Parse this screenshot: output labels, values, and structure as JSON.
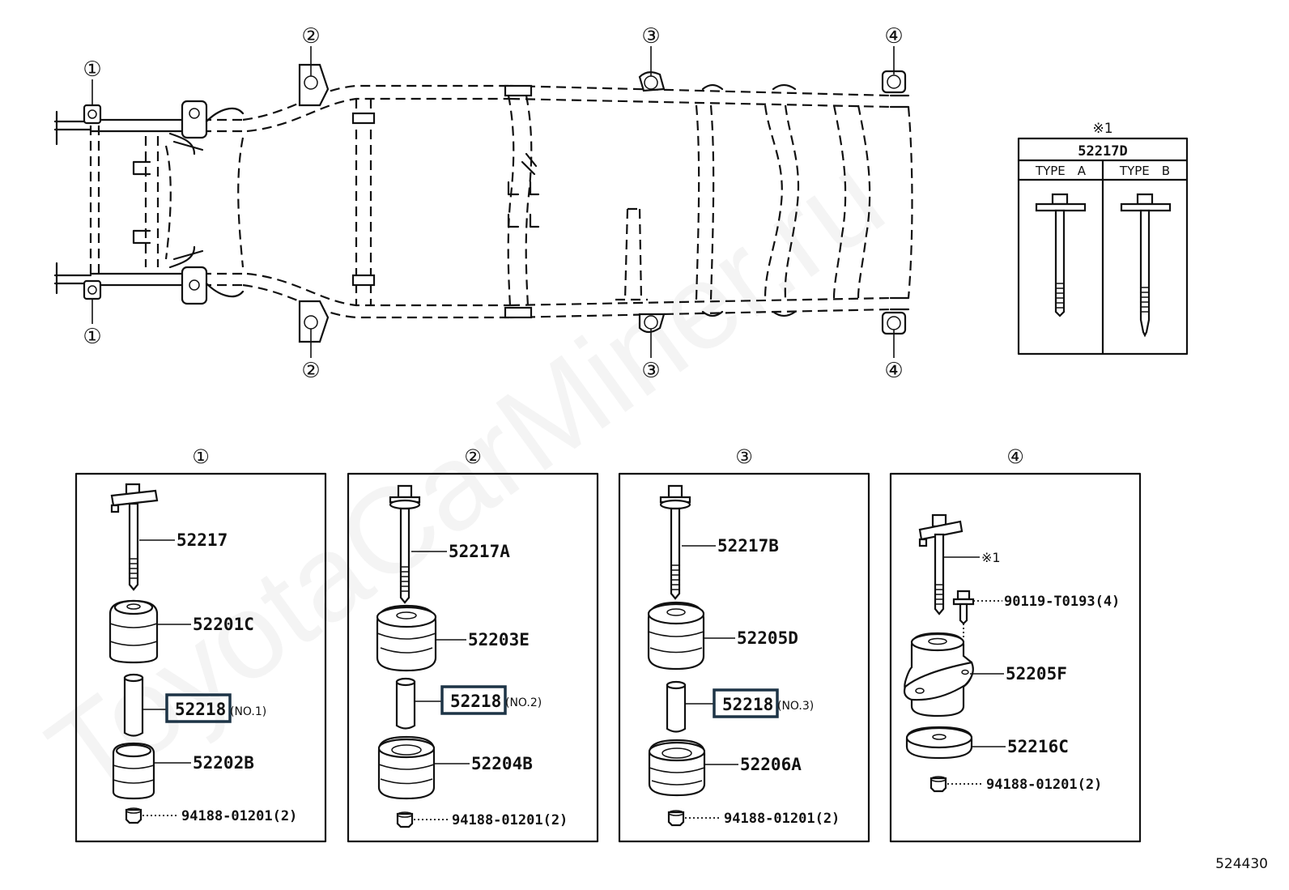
{
  "diagram_id": "524430",
  "watermark": "ToyotaCarMiner.ru",
  "position_markers": {
    "p1": "①",
    "p2": "②",
    "p3": "③",
    "p4": "④"
  },
  "bolt_type_table": {
    "ref_mark": "※1",
    "part_no": "52217D",
    "type_a": "TYPE　A",
    "type_b": "TYPE　B"
  },
  "panels": [
    {
      "marker": "①",
      "bolt": "52217",
      "upper_cushion": "52201C",
      "spacer": "52218",
      "spacer_note": "(NO.1)",
      "lower_cushion": "52202B",
      "nut": "94188-01201(2)"
    },
    {
      "marker": "②",
      "bolt": "52217A",
      "upper_cushion": "52203E",
      "spacer": "52218",
      "spacer_note": "(NO.2)",
      "lower_cushion": "52204B",
      "nut": "94188-01201(2)"
    },
    {
      "marker": "③",
      "bolt": "52217B",
      "upper_cushion": "52205D",
      "spacer": "52218",
      "spacer_note": "(NO.3)",
      "lower_cushion": "52206A",
      "nut": "94188-01201(2)"
    },
    {
      "marker": "④",
      "bolt_ref": "※1",
      "bolt_small": "90119-T0193(4)",
      "cushion": "52205F",
      "washer": "52216C",
      "nut": "94188-01201(2)"
    }
  ],
  "colors": {
    "line": "#111111",
    "highlight_box": "#1d3446",
    "background": "#ffffff"
  }
}
